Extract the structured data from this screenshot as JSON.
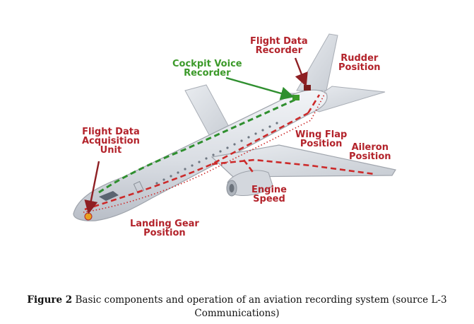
{
  "labels": {
    "flight_data_recorder": [
      "Flight Data",
      "Recorder"
    ],
    "rudder_position": [
      "Rudder",
      "Position"
    ],
    "cockpit_voice_recorder": [
      "Cockpit Voice",
      "Recorder"
    ],
    "flight_data_acquisition_unit": [
      "Flight Data",
      "Acquisition",
      "Unit"
    ],
    "wing_flap_position": [
      "Wing Flap",
      "Position"
    ],
    "aileron_position": [
      "Aileron",
      "Position"
    ],
    "engine_speed": [
      "Engine",
      "Speed"
    ],
    "landing_gear_position": [
      "Landing Gear",
      "Position"
    ]
  },
  "caption": {
    "figure_number": "Figure 2",
    "text": "Basic components and operation of an aviation recording system (source L-3 Communications)"
  },
  "colors": {
    "label_red": "#b3232b",
    "label_green": "#3c9a2a",
    "fuselage": "#dde1e7",
    "wiring_red": "#cc2a2a",
    "wiring_green": "#2f8f2f"
  }
}
